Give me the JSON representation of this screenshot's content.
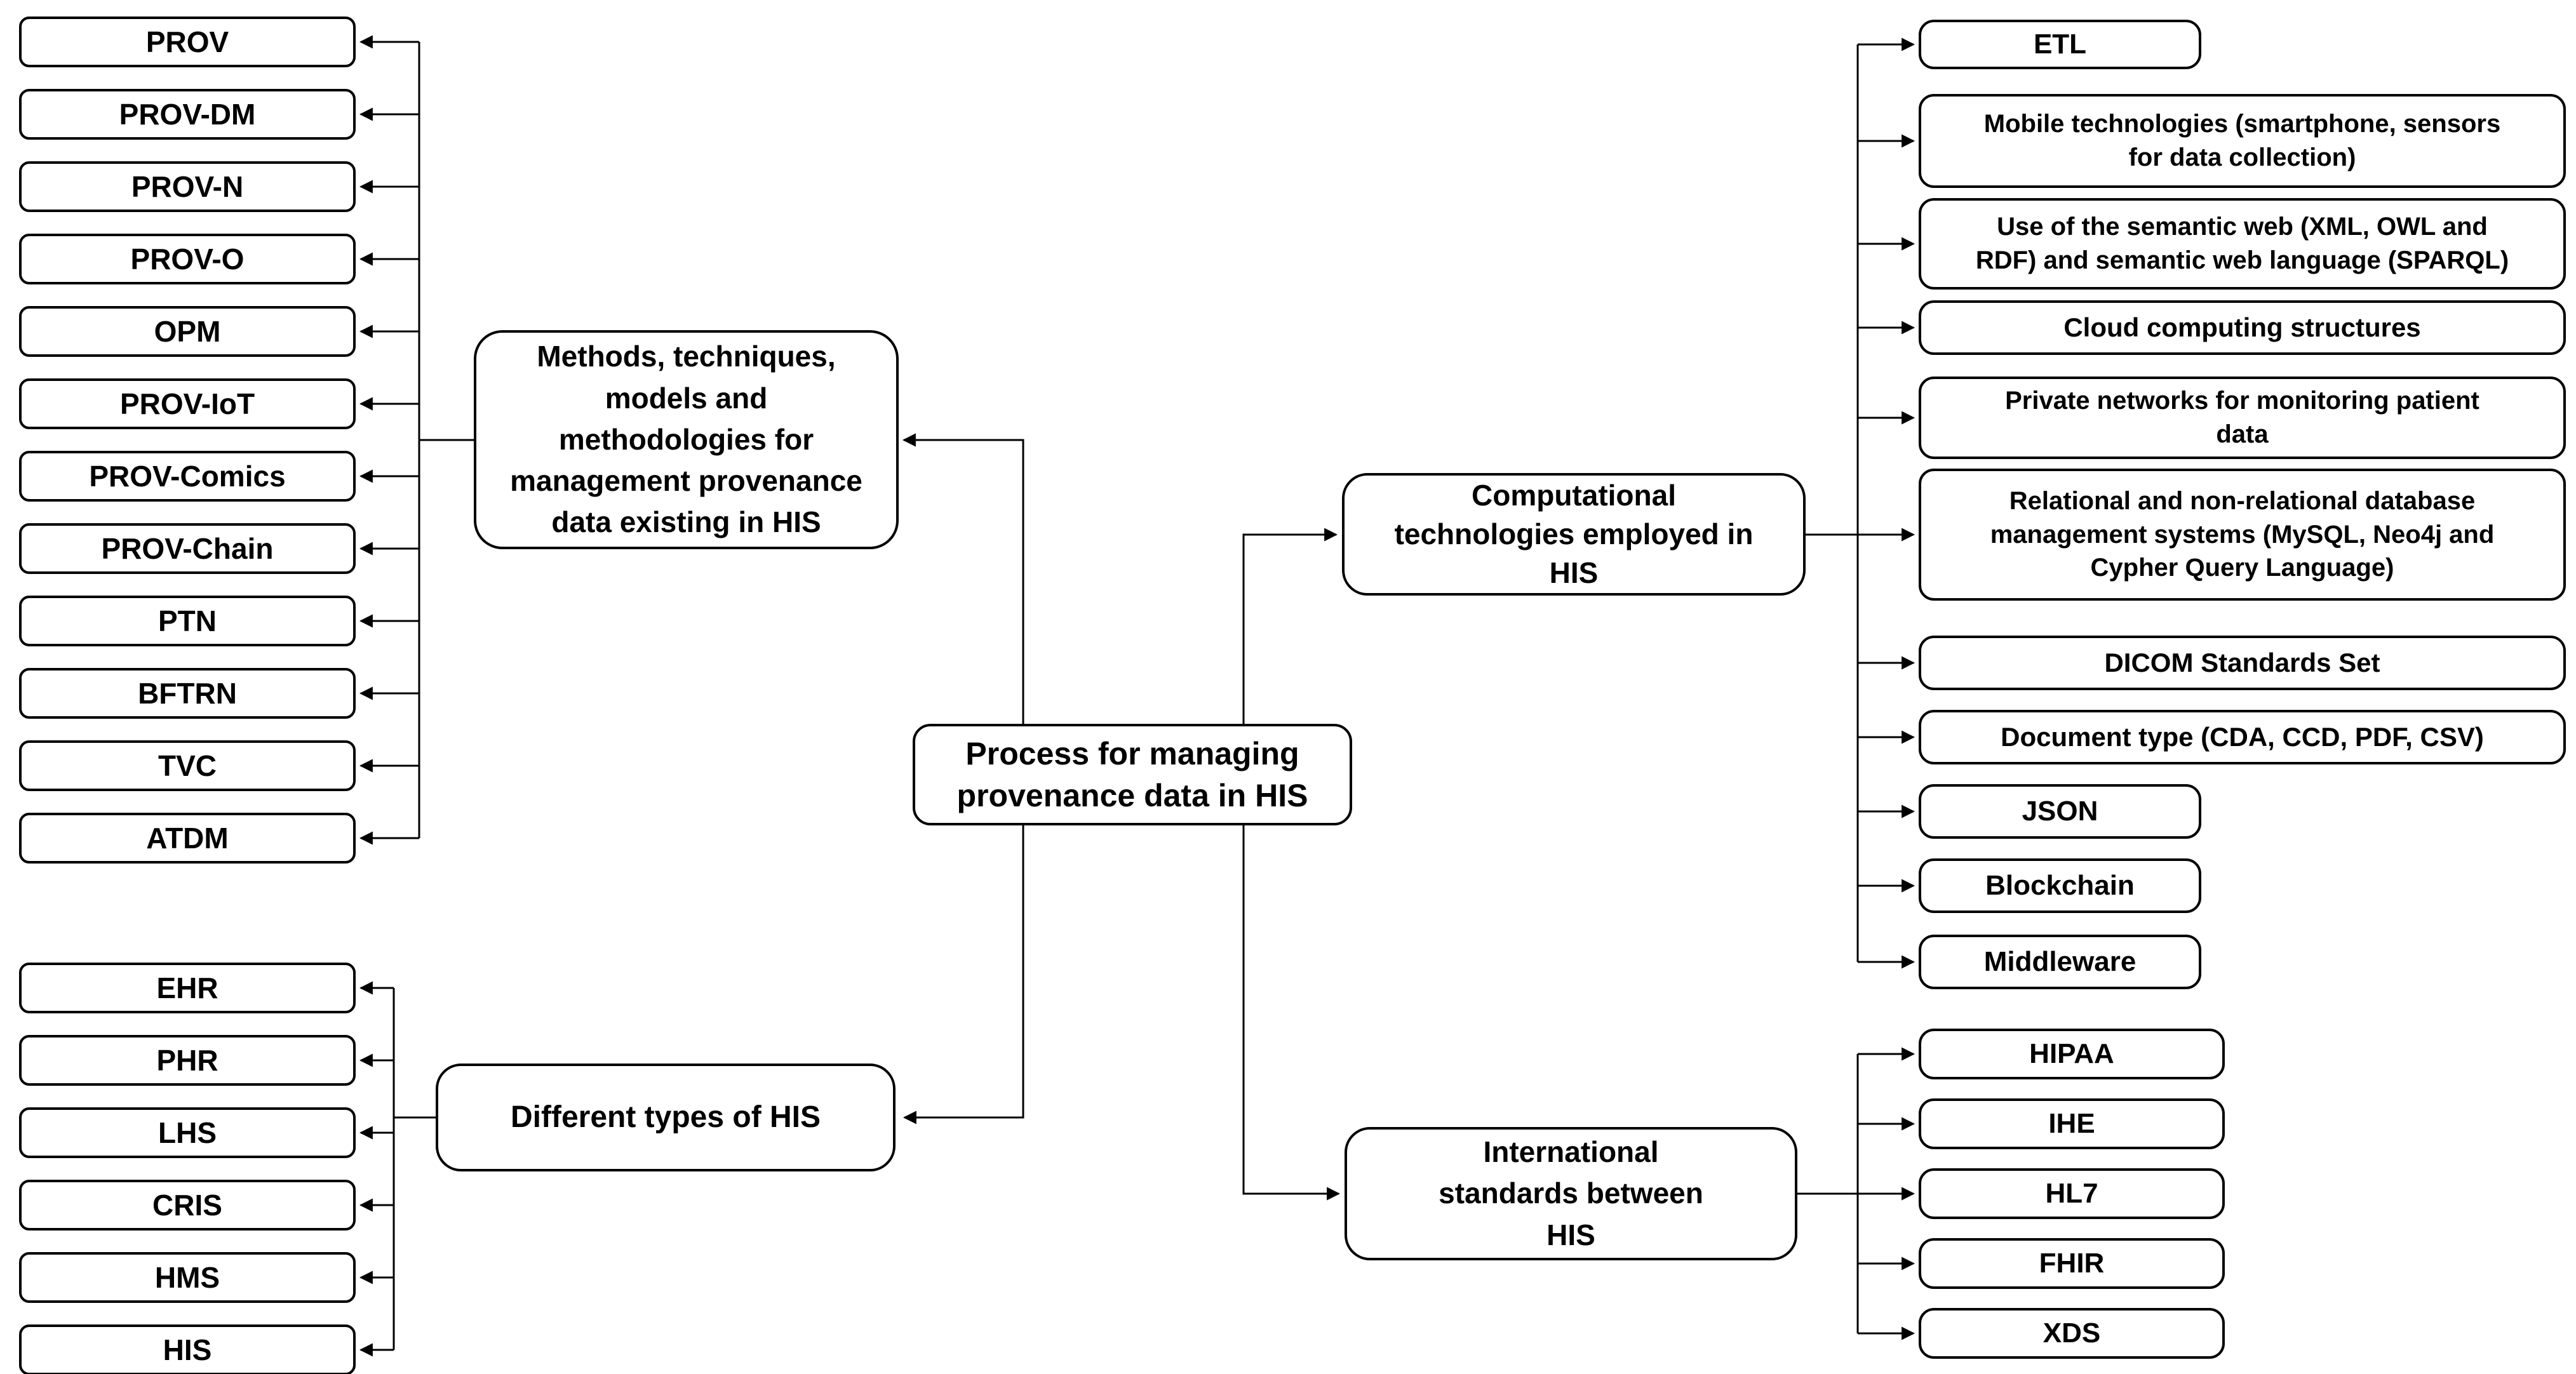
{
  "diagram": {
    "root": {
      "label": "Process for managing\nprovenance data in HIS"
    },
    "branches": [
      {
        "label": "Methods, techniques,\nmodels and\nmethodologies for\nmanagement provenance\ndata existing in HIS",
        "leaves": [
          "PROV",
          "PROV-DM",
          "PROV-N",
          "PROV-O",
          "OPM",
          "PROV-IoT",
          "PROV-Comics",
          "PROV-Chain",
          "PTN",
          "BFTRN",
          "TVC",
          "ATDM"
        ]
      },
      {
        "label": "Different types of HIS",
        "leaves": [
          "EHR",
          "PHR",
          "LHS",
          "CRIS",
          "HMS",
          "HIS"
        ]
      },
      {
        "label": "Computational\ntechnologies employed in\nHIS",
        "leaves": [
          "ETL",
          "Mobile technologies (smartphone, sensors\nfor data collection)",
          "Use of the semantic web (XML, OWL and\nRDF) and semantic web language (SPARQL)",
          "Cloud computing structures",
          "Private networks for monitoring patient\ndata",
          "Relational and non-relational database\nmanagement systems (MySQL, Neo4j and\nCypher Query Language)",
          "DICOM Standards Set",
          "Document type (CDA, CCD, PDF, CSV)",
          "JSON",
          "Blockchain",
          "Middleware"
        ]
      },
      {
        "label": "International\nstandards between\nHIS",
        "leaves": [
          "HIPAA",
          "IHE",
          "HL7",
          "FHIR",
          "XDS"
        ]
      }
    ],
    "colors": {
      "line": "#000000",
      "box_border": "#000000",
      "box_fill": "#ffffff",
      "text": "#000000",
      "background": "#ffffff"
    }
  }
}
